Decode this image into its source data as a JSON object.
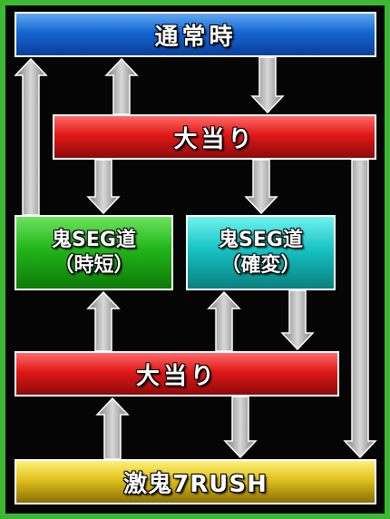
{
  "nodes": {
    "normal": "通常時",
    "jackpot_top": "大当り",
    "oni_seg_short": {
      "line1": "鬼SEG道",
      "line2": "（時短）"
    },
    "oni_seg_prob": {
      "line1": "鬼SEG道",
      "line2": "（確変）"
    },
    "jackpot_bottom": "大当り",
    "rush": "激鬼7RUSH"
  },
  "colors": {
    "border": "#3cb832",
    "normal": "#1565d2",
    "jackpot": "#e01818",
    "oni_seg_short": "#22b51a",
    "oni_seg_prob": "#17c3c3",
    "rush": "#e0c21b",
    "arrow": "#9a9a9a"
  }
}
